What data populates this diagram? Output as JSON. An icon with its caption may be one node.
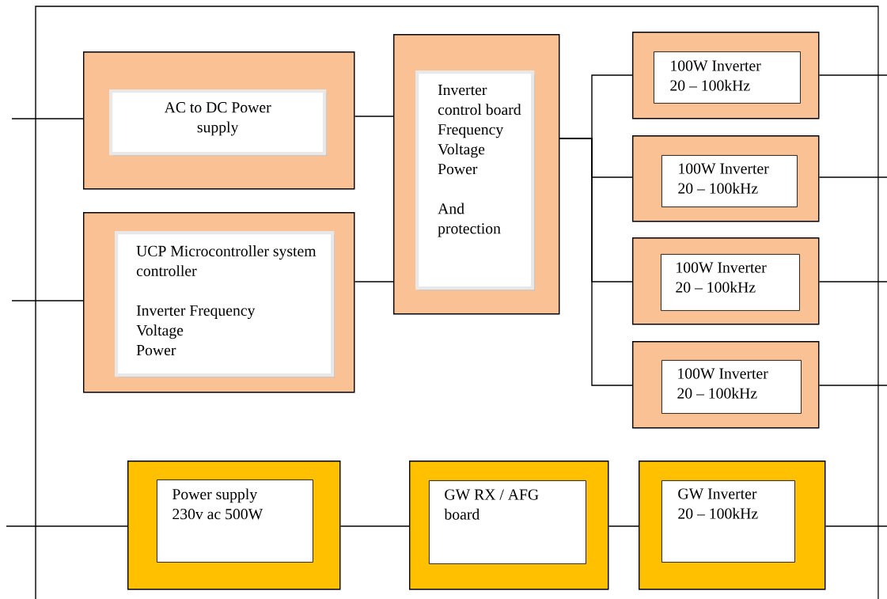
{
  "diagram": {
    "nodes": [
      {
        "text": [],
        "shape": "box"
      },
      {
        "text": [],
        "shape": "box",
        "in": 0
      },
      {
        "text": [
          "AC to DC Power supply"
        ],
        "in": 1
      },
      {
        "text": [],
        "shape": "box",
        "in": 0
      },
      {
        "text": [
          "UCP Microcontroller system controller",
          "Inverter Frequency",
          "Voltage",
          "Power"
        ],
        "in": 3
      },
      {
        "text": [],
        "shape": "box",
        "in": 0
      },
      {
        "text": [
          "Inverter control board",
          "Frequency",
          "Voltage",
          "Power",
          "And protection"
        ],
        "in": 5
      },
      {
        "text": [],
        "shape": "box",
        "in": 0
      },
      {
        "text": [
          "100W Inverter",
          "20 – 100kHz"
        ],
        "in": 7
      },
      {
        "text": [],
        "shape": "box",
        "in": 0
      },
      {
        "text": [
          "100W Inverter",
          "20 – 100kHz"
        ],
        "in": 9
      },
      {
        "text": [],
        "shape": "box",
        "in": 0
      },
      {
        "text": [
          "100W Inverter",
          "20 – 100kHz"
        ],
        "in": 11
      },
      {
        "text": [],
        "shape": "box",
        "in": 0
      },
      {
        "text": [
          "100W Inverter",
          "20 – 100kHz"
        ],
        "in": 13
      },
      {
        "text": [],
        "shape": "box",
        "in": 0
      },
      {
        "text": [
          "Power supply",
          "230v ac 500W"
        ],
        "in": 15
      },
      {
        "text": [],
        "shape": "box",
        "in": 0
      },
      {
        "text": [
          "GW RX / AFG board"
        ],
        "in": 17
      },
      {
        "text": [],
        "shape": "box",
        "in": 0
      },
      {
        "text": [
          "GW Inverter",
          "20 – 100kHz"
        ],
        "in": 19
      }
    ],
    "edges": [
      {
        "from": null,
        "to": 1,
        "arrow": "none"
      },
      {
        "from": null,
        "to": 3,
        "arrow": "none"
      },
      {
        "from": 1,
        "to": 5,
        "arrow": "none"
      },
      {
        "from": 3,
        "to": 5,
        "arrow": "none"
      },
      {
        "from": 5,
        "to": 7,
        "arrow": "none"
      },
      {
        "from": 5,
        "to": 9,
        "arrow": "none"
      },
      {
        "from": 5,
        "to": 11,
        "arrow": "none"
      },
      {
        "from": 5,
        "to": 13,
        "arrow": "none"
      },
      {
        "from": 7,
        "to": null,
        "arrow": "none"
      },
      {
        "from": 9,
        "to": null,
        "arrow": "none"
      },
      {
        "from": 11,
        "to": null,
        "arrow": "none"
      },
      {
        "from": 13,
        "to": null,
        "arrow": "none"
      },
      {
        "from": null,
        "to": 15,
        "arrow": "none"
      },
      {
        "from": 15,
        "to": 17,
        "arrow": "none"
      },
      {
        "from": 17,
        "to": 19,
        "arrow": "none"
      },
      {
        "from": 19,
        "to": null,
        "arrow": "none"
      }
    ]
  }
}
